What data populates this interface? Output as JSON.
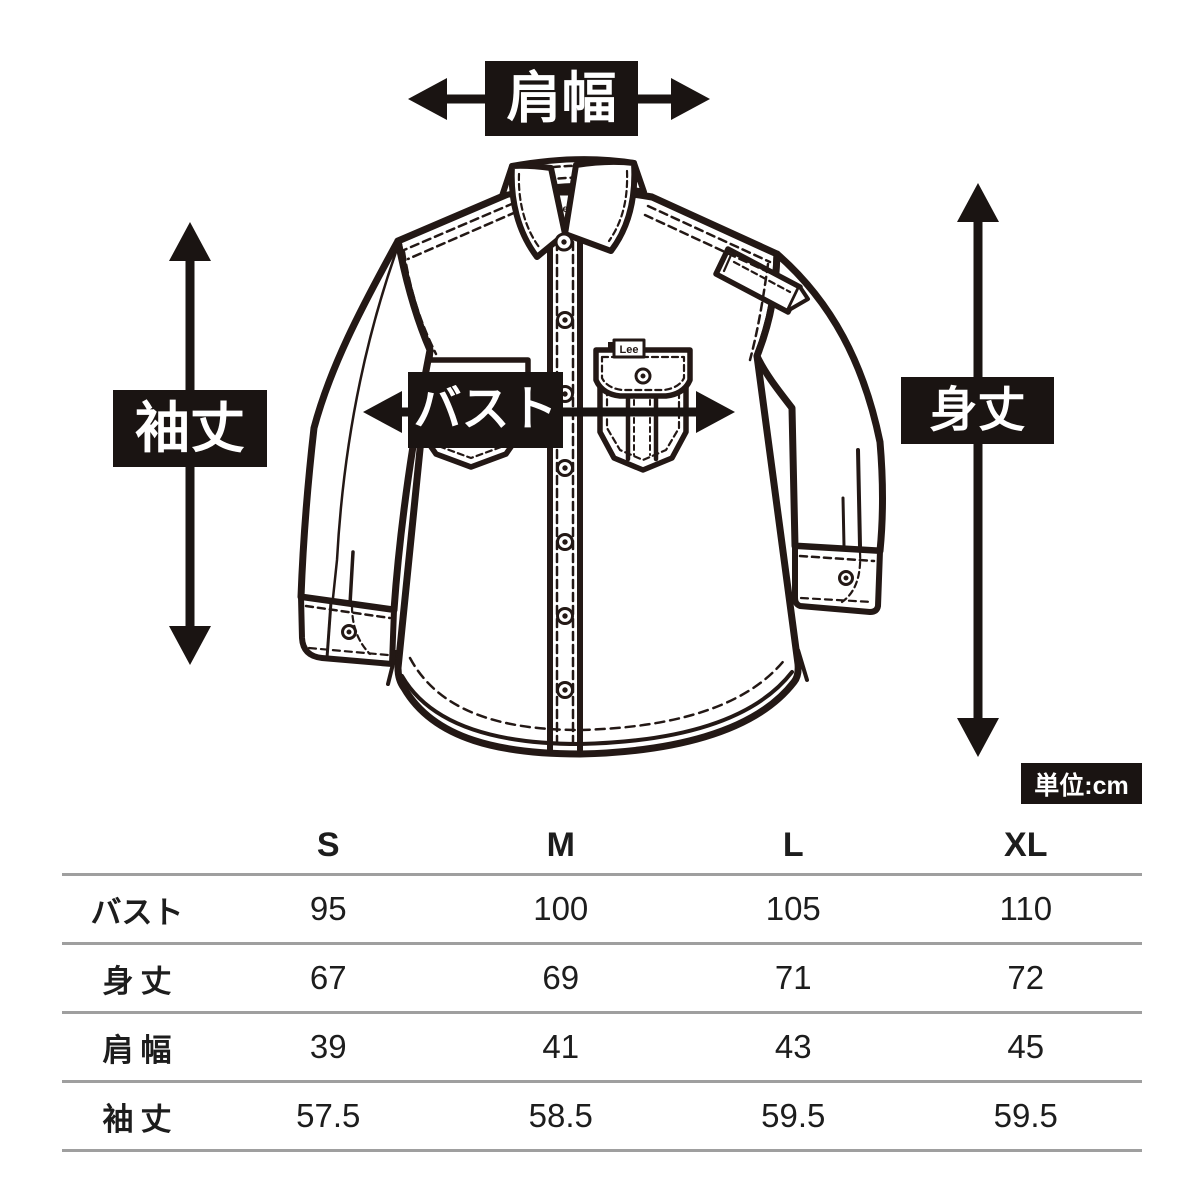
{
  "diagram": {
    "brand": "Lee",
    "unit_badge": "単位:cm",
    "measure_labels": {
      "shoulder_width": "肩幅",
      "sleeve_length": "袖丈",
      "bust": "バスト",
      "body_length": "身丈"
    }
  },
  "size_table": {
    "columns": [
      "S",
      "M",
      "L",
      "XL"
    ],
    "rows": [
      {
        "label": "バスト",
        "values": [
          "95",
          "100",
          "105",
          "110"
        ]
      },
      {
        "label": "身丈",
        "values": [
          "67",
          "69",
          "71",
          "72"
        ]
      },
      {
        "label": "肩幅",
        "values": [
          "39",
          "41",
          "43",
          "45"
        ]
      },
      {
        "label": "袖丈",
        "values": [
          "57.5",
          "58.5",
          "59.5",
          "59.5"
        ]
      }
    ]
  },
  "colors": {
    "ink": "#231815",
    "label_bg": "#1a1412",
    "table_line": "#9f9f9f"
  }
}
